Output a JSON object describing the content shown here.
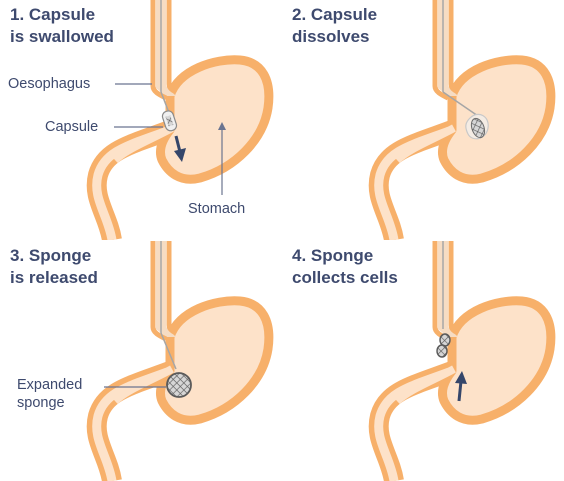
{
  "colors": {
    "stomach_wall": "#f7b06a",
    "stomach_inner": "#fde2c9",
    "tube_fill": "#f6dcc3",
    "tube_edge": "#a6a6a6",
    "text": "#3e4a6e",
    "arrow": "#35466a",
    "sponge": "#6b6b6b"
  },
  "panels": [
    {
      "id": "step-1",
      "title_line1": "1. Capsule",
      "title_line2": "is swallowed",
      "labels": {
        "oesophagus": "Oesophagus",
        "capsule": "Capsule",
        "stomach": "Stomach"
      }
    },
    {
      "id": "step-2",
      "title_line1": "2. Capsule",
      "title_line2": "dissolves"
    },
    {
      "id": "step-3",
      "title_line1": "3. Sponge",
      "title_line2": "is released",
      "labels": {
        "expanded_line1": "Expanded",
        "expanded_line2": "sponge"
      }
    },
    {
      "id": "step-4",
      "title_line1": "4. Sponge",
      "title_line2": "collects cells"
    }
  ]
}
